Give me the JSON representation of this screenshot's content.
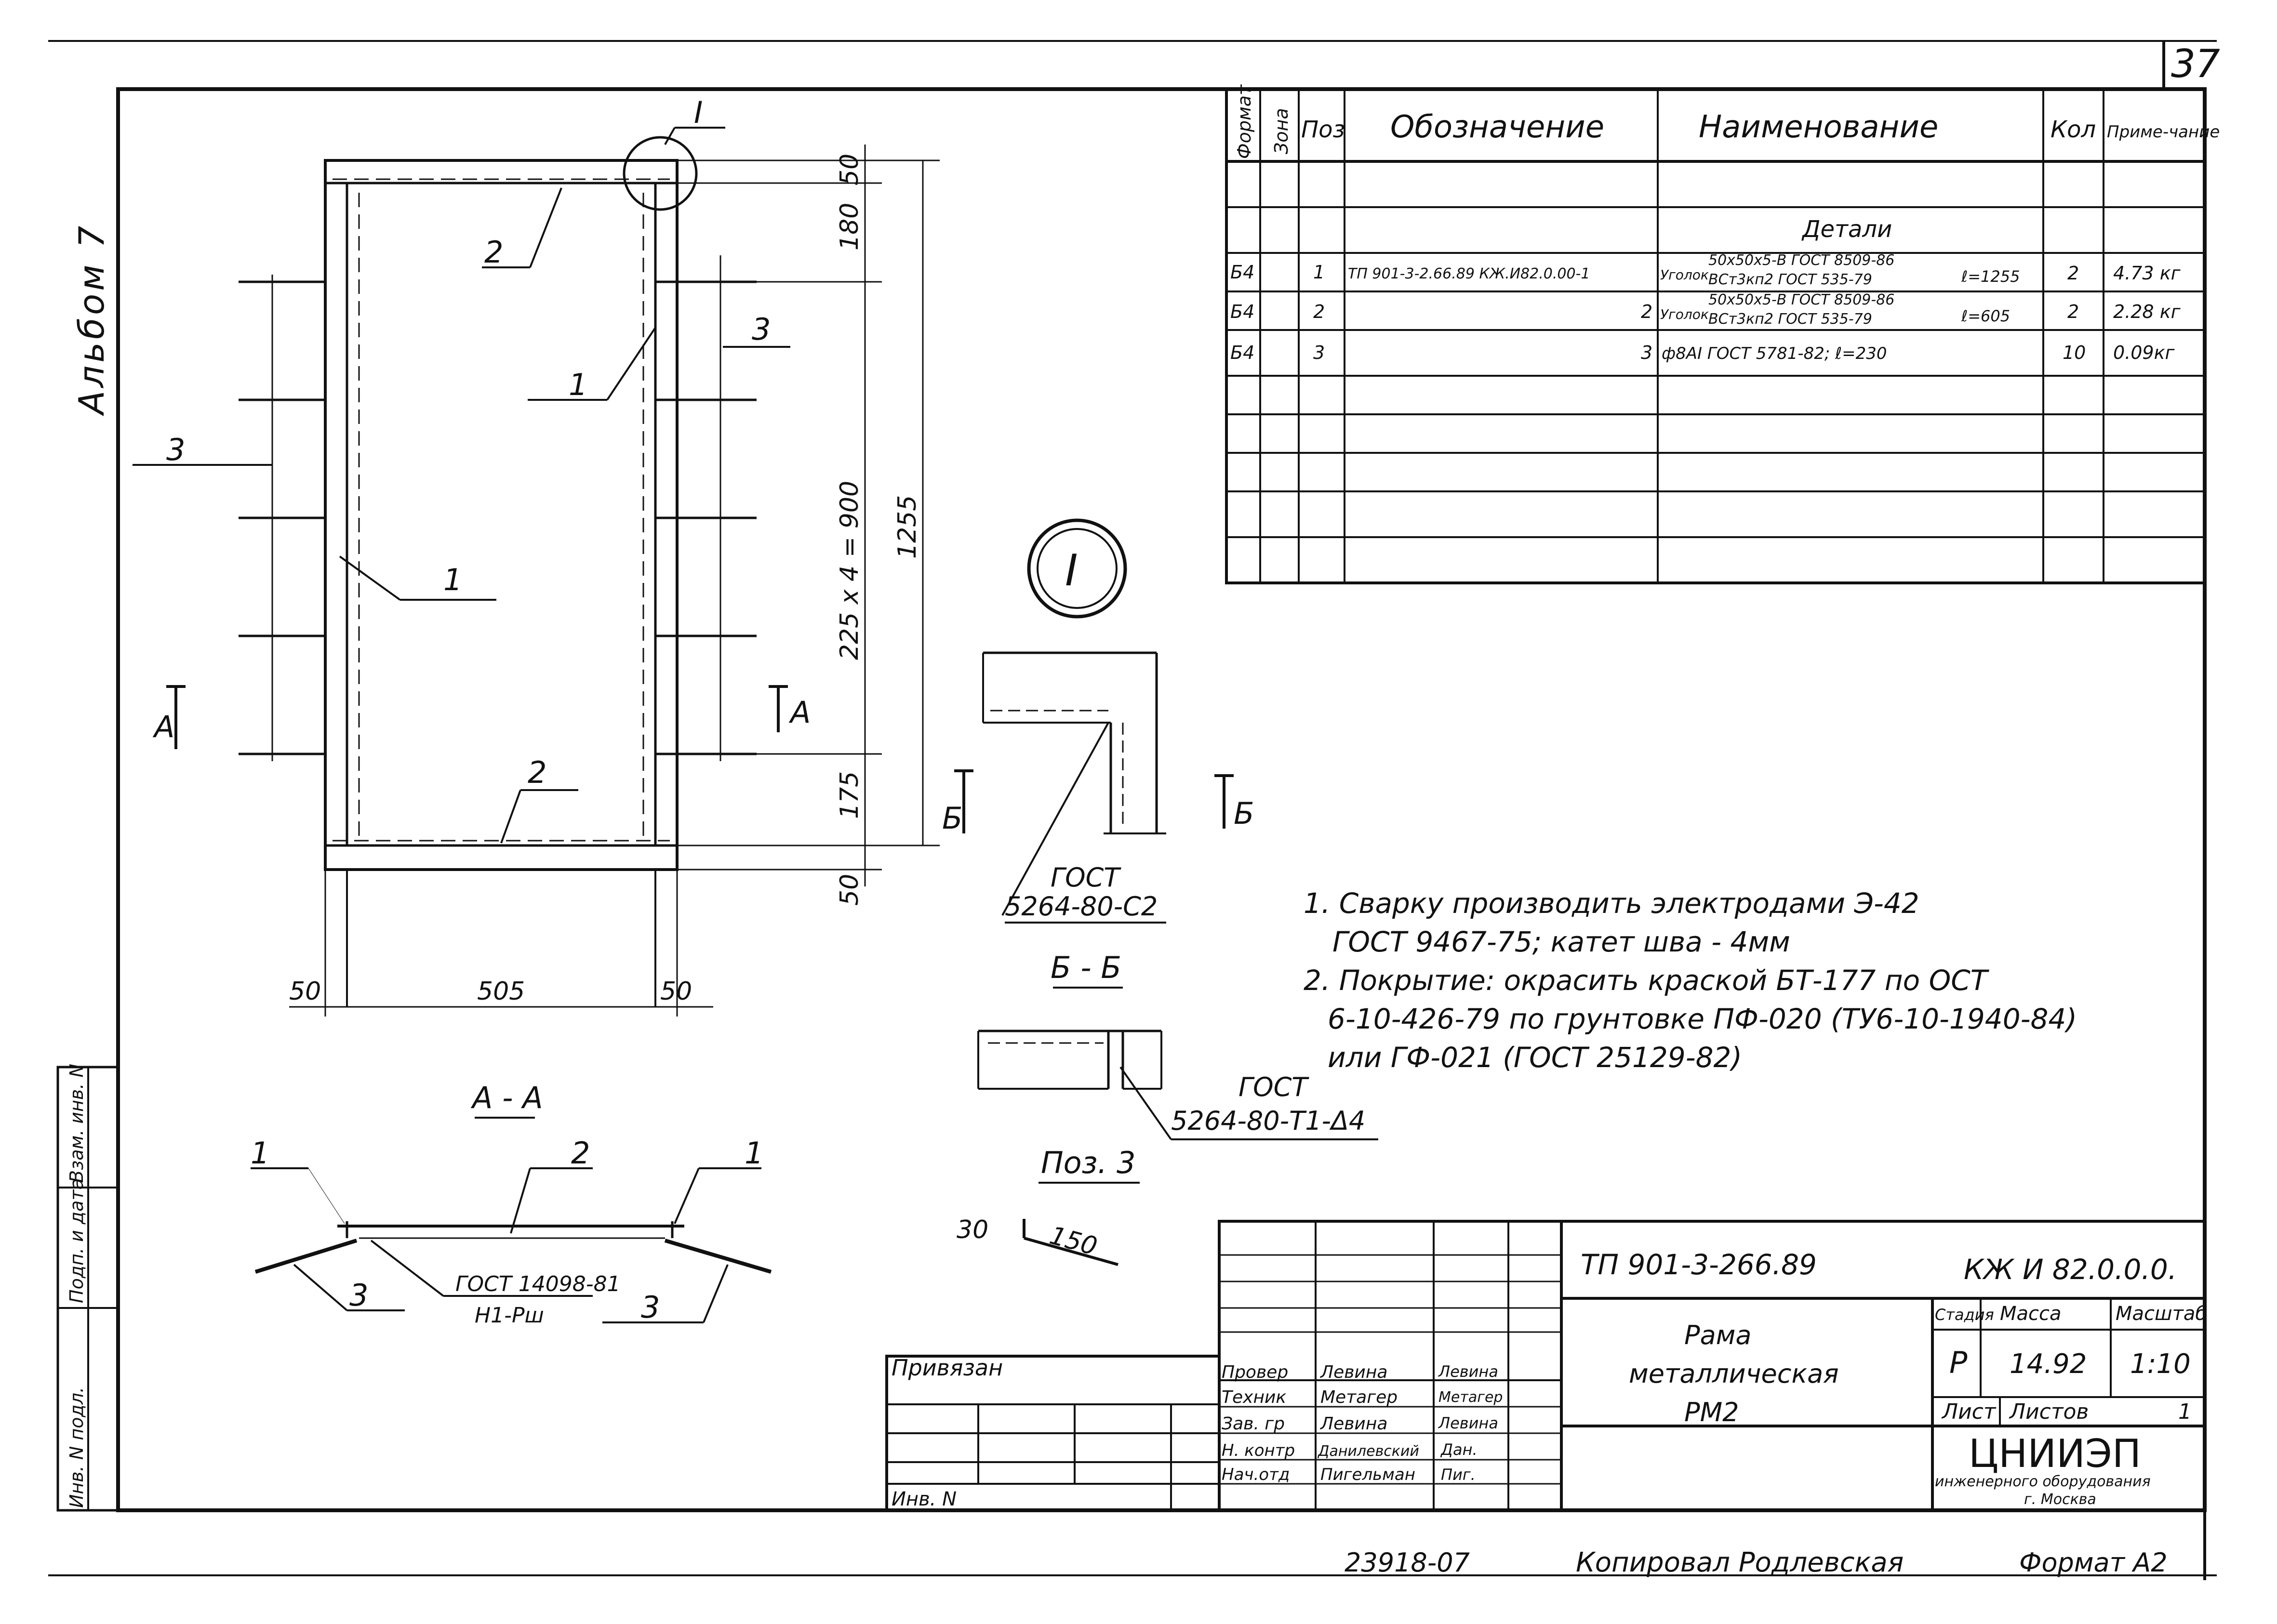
{
  "sheet": {
    "page_number": "37",
    "album_label": "Альбом 7",
    "bottom_number": "23918-07",
    "copied_by": "Копировал Родлевская",
    "format": "Формат А2"
  },
  "left_strip": [
    "Инв. N подл.",
    "Подп. и дата",
    "Взам. инв. N"
  ],
  "spec": {
    "headers": [
      "Формат",
      "Зона",
      "Поз",
      "Обозначение",
      "Наименование",
      "Кол",
      "Приме-чание"
    ],
    "section": "Детали",
    "rows": [
      {
        "format": "Б4",
        "pos": "1",
        "designation": "ТП 901-3-2.66.89  КЖ.И82.0.00-1",
        "name_top": "50x50x5-В ГОСТ 8509-86",
        "name_prefix": "Уголок",
        "name_bottom": "ВСт3кп2 ГОСТ 535-79",
        "length": "ℓ=1255",
        "qty": "2",
        "note": "4.73 кг"
      },
      {
        "format": "Б4",
        "pos": "2",
        "designation": "2",
        "name_top": "50x50x5-В ГОСТ 8509-86",
        "name_prefix": "Уголок",
        "name_bottom": "ВСт3кп2 ГОСТ 535-79",
        "length": "ℓ=605",
        "qty": "2",
        "note": "2.28 кг"
      },
      {
        "format": "Б4",
        "pos": "3",
        "designation": "3",
        "name_top": "",
        "name_prefix": "",
        "name_bottom": "ф8АI ГОСТ 5781-82;  ℓ=230",
        "length": "",
        "qty": "10",
        "note": "0.09кг"
      }
    ]
  },
  "drawing": {
    "pos_labels": [
      "1",
      "2",
      "3"
    ],
    "section_marks": [
      "А",
      "Б"
    ],
    "detail_callout": "I",
    "dimensions": {
      "top": "50",
      "upper": "180",
      "spacing": "225 x 4 = 900",
      "bottom_inner": "175",
      "bottom": "50",
      "overall": "1255",
      "width_left": "50",
      "width_mid": "505",
      "width_right": "50"
    },
    "section_aa": "А - А",
    "section_bb": "Б - Б",
    "weld_1": {
      "gost": "ГОСТ",
      "code": "5264-80-С2"
    },
    "weld_2": {
      "gost": "ГОСТ",
      "code": "5264-80-Т1-Δ4"
    },
    "weld_3": {
      "gost": "ГОСТ 14098-81",
      "code": "Н1-Рш"
    },
    "pos3_title": "Поз. 3",
    "pos3_dims": [
      "30",
      "150"
    ]
  },
  "notes": [
    "1. Сварку производить электродами Э-42",
    "ГОСТ 9467-75;  катет шва - 4мм",
    "2. Покрытие: окрасить краской БТ-177 по ОСТ",
    "6-10-426-79 по грунтовке ПФ-020 (ТУ6-10-1940-84)",
    "или ГФ-021 (ГОСТ 25129-82)"
  ],
  "title_block": {
    "doc_code": "ТП 901-3-266.89",
    "doc_code2": "КЖ И 82.0.0.0.",
    "title": [
      "Рама",
      "металлическая",
      "РМ2"
    ],
    "stage_label": "Стадия",
    "mass_label": "Масса",
    "scale_label": "Масштаб",
    "stage": "Р",
    "mass": "14.92",
    "scale": "1:10",
    "sheet_label": "Лист",
    "sheets_label": "Листов",
    "sheets": "1",
    "org": "ЦНИИЭП",
    "org_sub1": "инженерного оборудования",
    "org_sub2": "г. Москва",
    "privyazan": "Привязан",
    "inv": "Инв. N",
    "people": [
      {
        "role": "Провер",
        "name": "Левина",
        "sign": "Левина"
      },
      {
        "role": "Техник",
        "name": "Метагер",
        "sign": "Метагер"
      },
      {
        "role": "Зав. гр",
        "name": "Левина",
        "sign": "Левина"
      },
      {
        "role": "Н. контр",
        "name": "Данилевский",
        "sign": "Дан."
      },
      {
        "role": "Нач.отд",
        "name": "Пигельман",
        "sign": "Пиг."
      }
    ]
  }
}
